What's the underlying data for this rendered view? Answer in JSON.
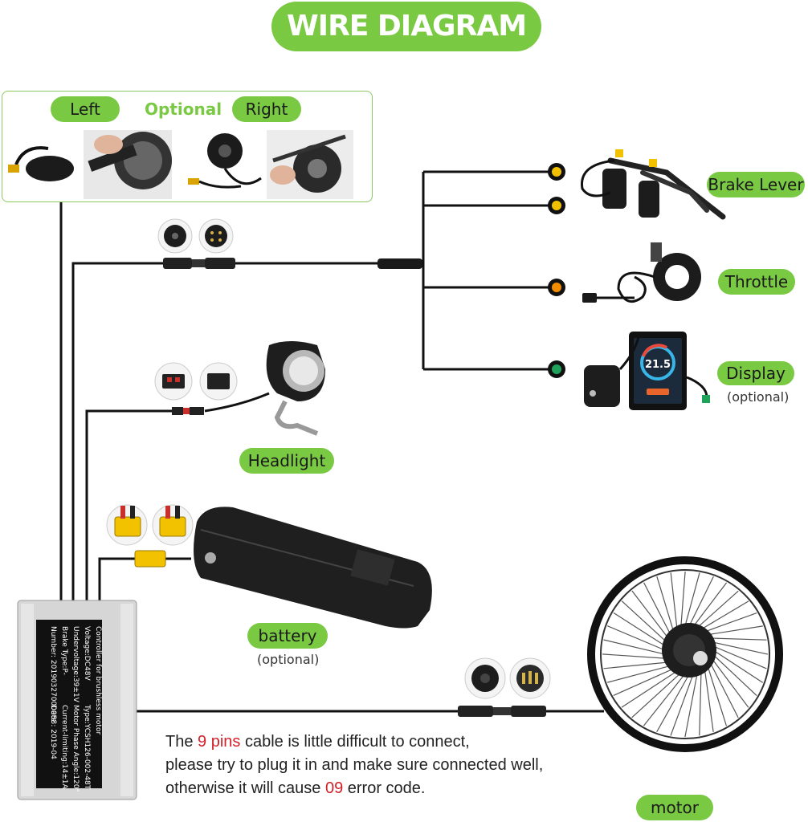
{
  "title": "WIRE DIAGRAM",
  "optional_group": {
    "left_label": "Left",
    "optional_label": "Optional",
    "right_label": "Right"
  },
  "components": {
    "brake_lever": "Brake Lever",
    "throttle": "Throttle",
    "display": "Display",
    "display_note": "(optional)",
    "headlight": "Headlight",
    "battery": "battery",
    "battery_note": "(optional)",
    "motor": "motor"
  },
  "display_screen": {
    "speed": "21.5"
  },
  "controller_label": {
    "line1": "Controller for brushless motor",
    "line2": "Voltage:DC48V",
    "line3": "Type:YCSH126-002-48T",
    "line4": "Undervoltage:39±1V",
    "line5": "Motor Phase Angle:120°",
    "line6": "Brake Type:P-",
    "line7": "Current-limiting:14±1A",
    "line8": "Number: 20190327000088",
    "line9": "Date : 2019-04"
  },
  "warning": {
    "part1": "The ",
    "highlight1": "9 pins",
    "part2": " cable is little difficult to connect,",
    "line2": "please try to plug it in and make sure connected well,",
    "part3": "otherwise it will cause ",
    "highlight2": "09",
    "part4": " error code."
  },
  "colors": {
    "accent_green": "#7ac943",
    "highlight_red": "#d4202a",
    "connector_yellow": "#f2c200",
    "connector_orange": "#f28c00",
    "connector_green": "#1fa35a"
  }
}
